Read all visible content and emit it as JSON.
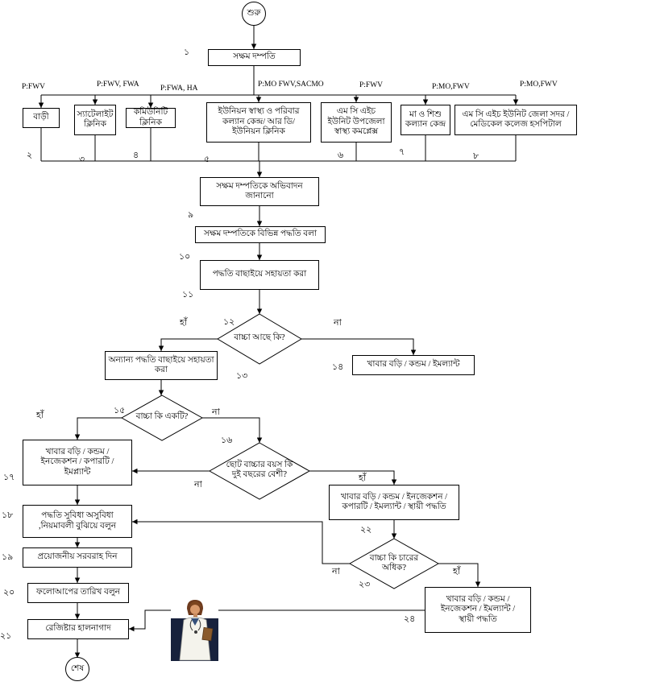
{
  "flowchart": {
    "start_label": "শুরু",
    "end_label": "শেষ",
    "yes_label": "হাঁ",
    "no_label": "না",
    "branch_labels": [
      "P:FWV",
      "P:FWV, FWA",
      "P:FWA, HA",
      "P:MO FWV,SACMO",
      "P:FWV",
      "P:MO,FWV",
      "P:MO,FWV"
    ],
    "nodes": [
      {
        "number": "১",
        "type": "process",
        "label": "সক্ষম দম্পতি"
      },
      {
        "number": "২",
        "type": "process",
        "label": "বাড়ী"
      },
      {
        "number": "৩",
        "type": "process",
        "label": "স্যাটেলাইট\nক্লিনিক"
      },
      {
        "number": "৪",
        "type": "process",
        "label": "কমিউনিটি ক্লিনিক"
      },
      {
        "number": "৫",
        "type": "process",
        "label": "ইউনিয়ন স্বাস্থ্য ও পরিবার\nকল্যান কেন্দ্র/ আর ডি/\nইউনিয়ন ক্লিনিক"
      },
      {
        "number": "৬",
        "type": "process",
        "label": "এম সি এইচ\nইউনিট উপজেলা\nস্বাস্থ্য কমপ্লেক্স"
      },
      {
        "number": "৭",
        "type": "process",
        "label": "মা ও শিশু\nকল্যান কেন্দ্র"
      },
      {
        "number": "৮",
        "type": "process",
        "label": "এম সি এইচ ইউনিট জেলা সদর /\nমেডিকেল কলেজ হসপিটাল"
      },
      {
        "number": "৯",
        "type": "process",
        "label": "সক্ষম দম্পতিকে অভিবাদন\nজানানো"
      },
      {
        "number": "১০",
        "type": "process",
        "label": "সক্ষম দম্পতিকে বিভিন্ন পদ্ধতি বলা"
      },
      {
        "number": "১১",
        "type": "process",
        "label": "পদ্ধতি বাছাইয়ে সহায়তা করা"
      },
      {
        "number": "১২",
        "type": "decision",
        "label": "বাচ্চা আছে কি?"
      },
      {
        "number": "১৩",
        "type": "process",
        "label": "অন্যান্য পদ্ধতি বাছাইয়ে সহায়তা\nকরা"
      },
      {
        "number": "১৪",
        "type": "process",
        "label": "খাবার বড়ি / কন্ডম / ইমল্যান্ট"
      },
      {
        "number": "১৫",
        "type": "decision",
        "label": "বাচ্চা কি একটি?"
      },
      {
        "number": "১৬",
        "type": "decision",
        "label": "ছোট বাচ্চার বয়স কি\nদুই বছরের বেশী?"
      },
      {
        "number": "১৭",
        "type": "process",
        "label": "খাবার বড়ি / কন্ডম /\nইনজেকশন / কপারটি /\nইমপ্ল্যান্ট"
      },
      {
        "number": "১৮",
        "type": "process",
        "label": "পদ্ধতি সুবিধা অসুবিধা\n,নিয়মাবলী বুঝিয়ে বলুন"
      },
      {
        "number": "১৯",
        "type": "process",
        "label": "প্রয়োজনীয় সরবরাহ দিন"
      },
      {
        "number": "২০",
        "type": "process",
        "label": "ফলোআপের তারিখ বলুন"
      },
      {
        "number": "২১",
        "type": "process",
        "label": "রেজিষ্টার হালনাগাদ"
      },
      {
        "number": "২২",
        "type": "process",
        "label": "খাবার বড়ি / কন্ডম / ইনজেকশন /\nকপারটি / ইমল্যান্ট / স্থায়ী পদ্ধতি"
      },
      {
        "number": "২৩",
        "type": "decision",
        "label": "বাচ্চা কি চারের\nঅধিক?"
      },
      {
        "number": "২৪",
        "type": "process",
        "label": "খাবার বড়ি / কন্ডম /\nইনজেকশন / ইমল্যান্ট /\nস্থায়ী পদ্ধতি"
      }
    ]
  }
}
